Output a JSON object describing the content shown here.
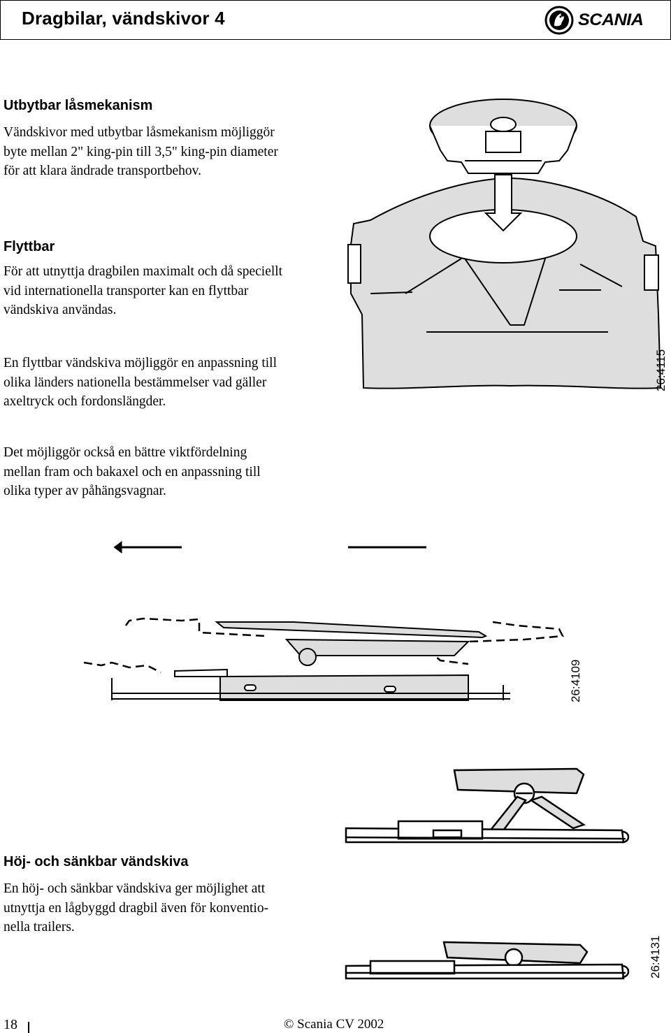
{
  "header": {
    "title": "Dragbilar, vändskivor 4",
    "logo_text": "SCANIA"
  },
  "sections": [
    {
      "heading": "Utbytbar låsmekanism",
      "lines": [
        "Vändskivor med utbytbar låsmekanism möjliggör",
        "byte mellan 2\" king-pin till 3,5\" king-pin diameter",
        "för att klara ändrade transportbehov."
      ]
    },
    {
      "heading": "Flyttbar",
      "lines": [
        "För att utnyttja dragbilen maximalt och då speciellt",
        "vid internationella transporter kan en flyttbar",
        "vändskiva användas."
      ]
    },
    {
      "heading": "",
      "lines": [
        "En flyttbar vändskiva möjliggör en anpassning till",
        "olika länders nationella bestämmelser vad gäller",
        "axeltryck och fordonslängder."
      ]
    },
    {
      "heading": "",
      "lines": [
        "Det möjliggör också en bättre viktfördelning",
        "mellan fram och bakaxel och en anpassning till",
        "olika typer av påhängsvagnar."
      ]
    },
    {
      "heading": "Höj- och sänkbar vändskiva",
      "lines": [
        "En höj- och sänkbar vändskiva ger möjlighet att",
        "utnyttja en lågbyggd dragbil även för konventio-",
        "nella trailers."
      ]
    }
  ],
  "figures": {
    "fig1_code": "26:4115",
    "fig2_code": "26:4109",
    "fig3_code": "26:4131"
  },
  "footer": {
    "page_number": "18",
    "copyright": "© Scania CV 2002"
  }
}
